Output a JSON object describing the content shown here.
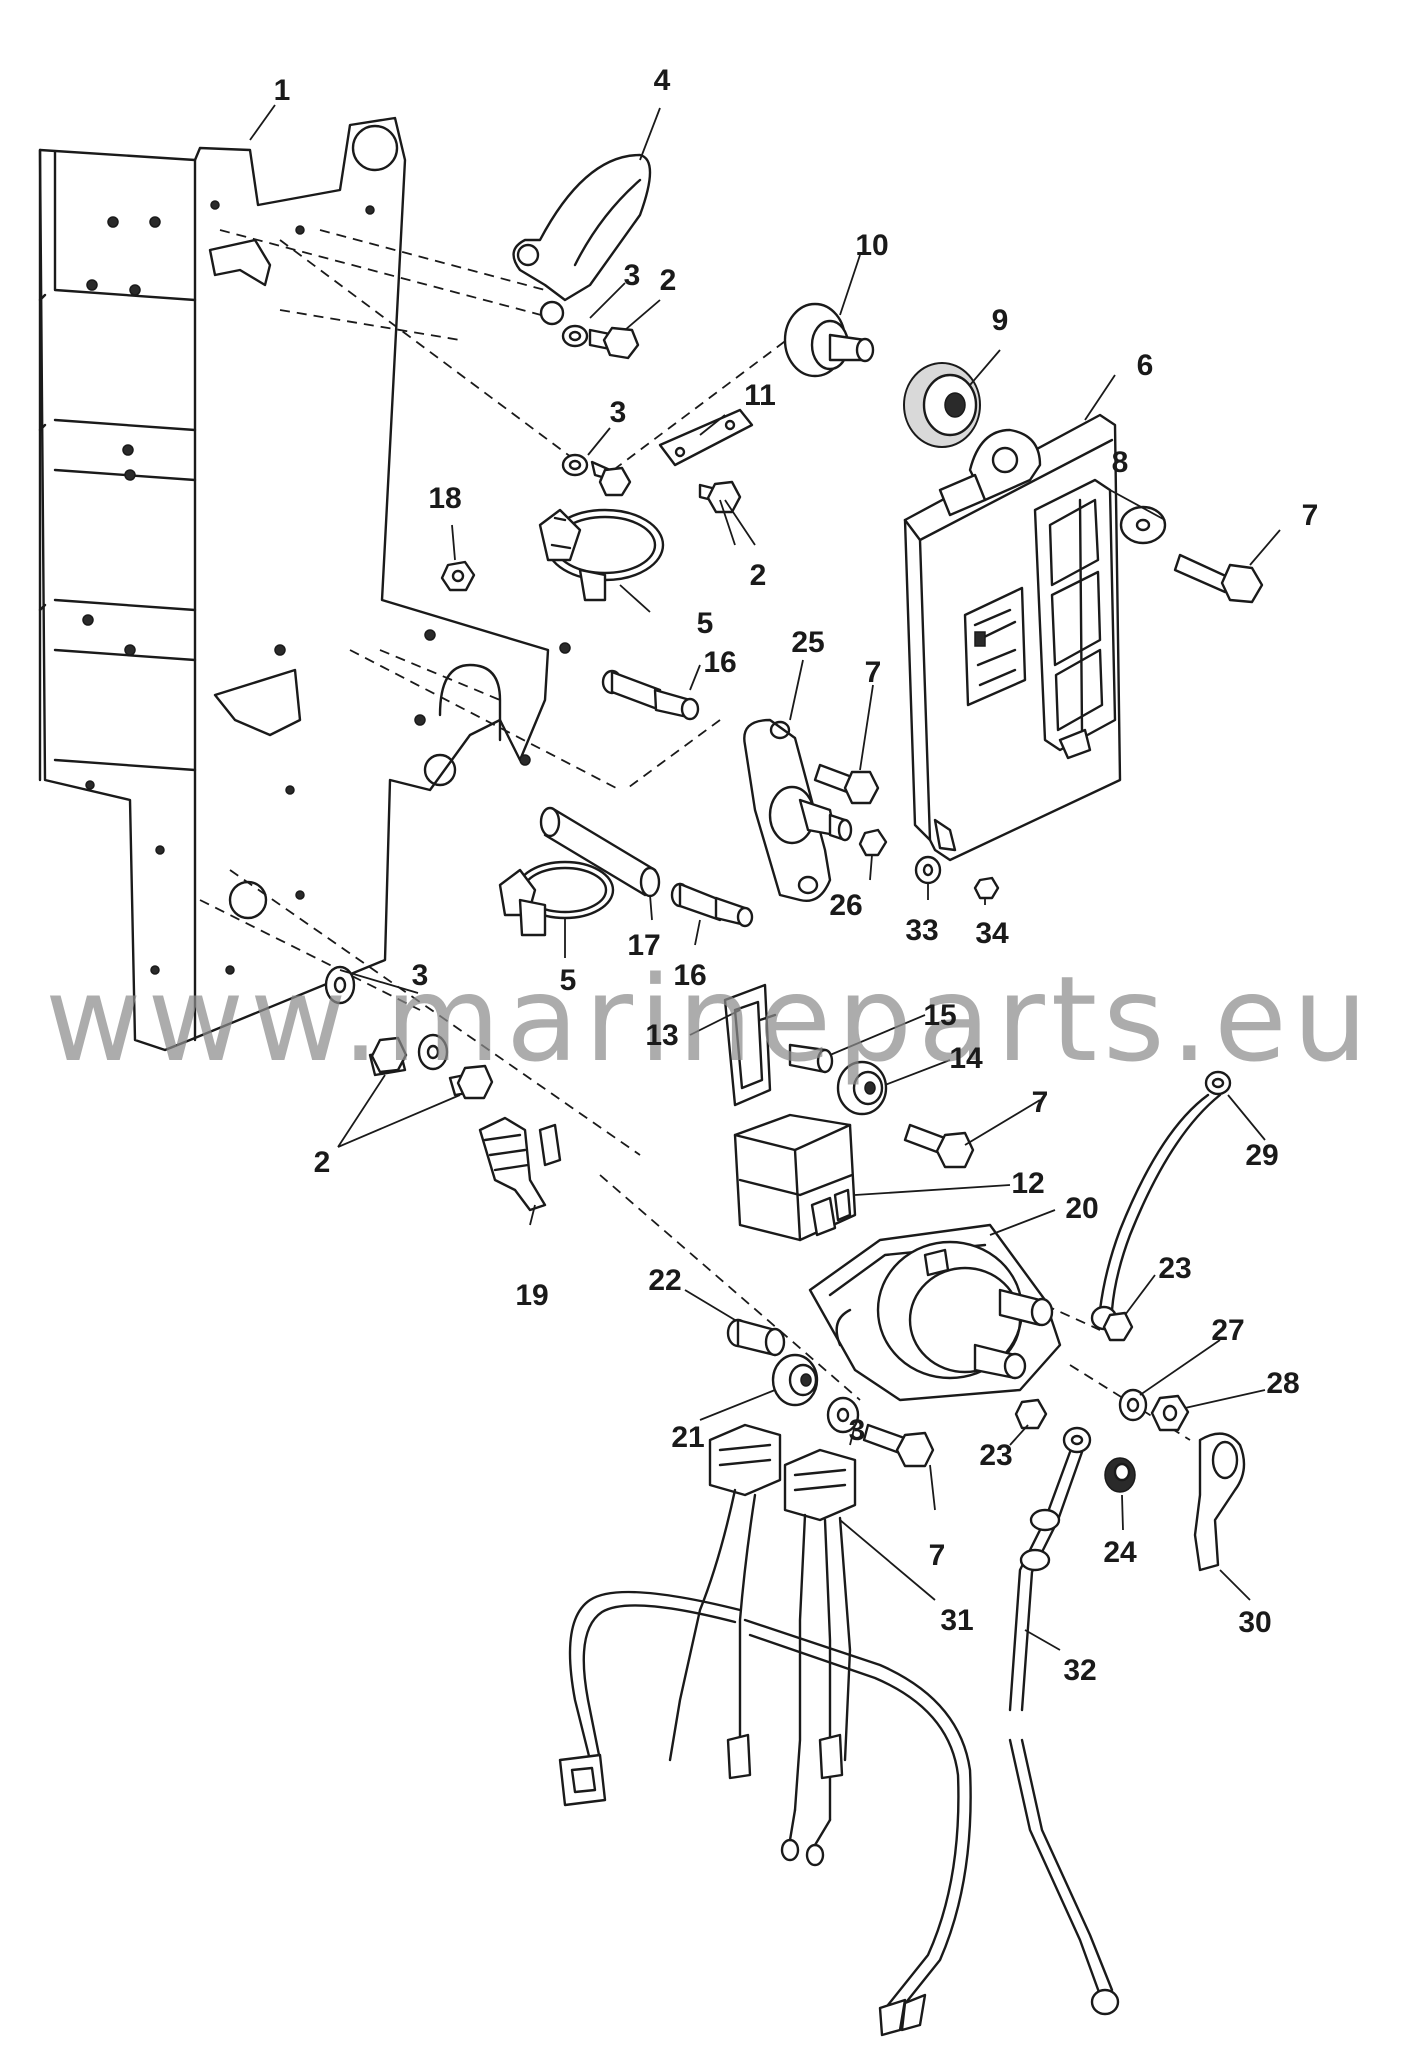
{
  "watermark": "www.marineparts.eu",
  "callouts": [
    {
      "id": "c1",
      "text": "1"
    },
    {
      "id": "c2a",
      "text": "2"
    },
    {
      "id": "c2b",
      "text": "2"
    },
    {
      "id": "c2c",
      "text": "2"
    },
    {
      "id": "c3a",
      "text": "3"
    },
    {
      "id": "c3b",
      "text": "3"
    },
    {
      "id": "c3c",
      "text": "3"
    },
    {
      "id": "c3d",
      "text": "3"
    },
    {
      "id": "c4",
      "text": "4"
    },
    {
      "id": "c5a",
      "text": "5"
    },
    {
      "id": "c5b",
      "text": "5"
    },
    {
      "id": "c6",
      "text": "6"
    },
    {
      "id": "c7a",
      "text": "7"
    },
    {
      "id": "c7b",
      "text": "7"
    },
    {
      "id": "c7c",
      "text": "7"
    },
    {
      "id": "c7d",
      "text": "7"
    },
    {
      "id": "c8",
      "text": "8"
    },
    {
      "id": "c9",
      "text": "9"
    },
    {
      "id": "c10",
      "text": "10"
    },
    {
      "id": "c11",
      "text": "11"
    },
    {
      "id": "c12",
      "text": "12"
    },
    {
      "id": "c13",
      "text": "13"
    },
    {
      "id": "c14",
      "text": "14"
    },
    {
      "id": "c15",
      "text": "15"
    },
    {
      "id": "c16a",
      "text": "16"
    },
    {
      "id": "c16b",
      "text": "16"
    },
    {
      "id": "c17",
      "text": "17"
    },
    {
      "id": "c18",
      "text": "18"
    },
    {
      "id": "c19",
      "text": "19"
    },
    {
      "id": "c20",
      "text": "20"
    },
    {
      "id": "c21",
      "text": "21"
    },
    {
      "id": "c22",
      "text": "22"
    },
    {
      "id": "c23a",
      "text": "23"
    },
    {
      "id": "c23b",
      "text": "23"
    },
    {
      "id": "c24",
      "text": "24"
    },
    {
      "id": "c25",
      "text": "25"
    },
    {
      "id": "c26",
      "text": "26"
    },
    {
      "id": "c27",
      "text": "27"
    },
    {
      "id": "c28",
      "text": "28"
    },
    {
      "id": "c29",
      "text": "29"
    },
    {
      "id": "c30",
      "text": "30"
    },
    {
      "id": "c31",
      "text": "31"
    },
    {
      "id": "c32",
      "text": "32"
    },
    {
      "id": "c33",
      "text": "33"
    },
    {
      "id": "c34",
      "text": "34"
    }
  ]
}
